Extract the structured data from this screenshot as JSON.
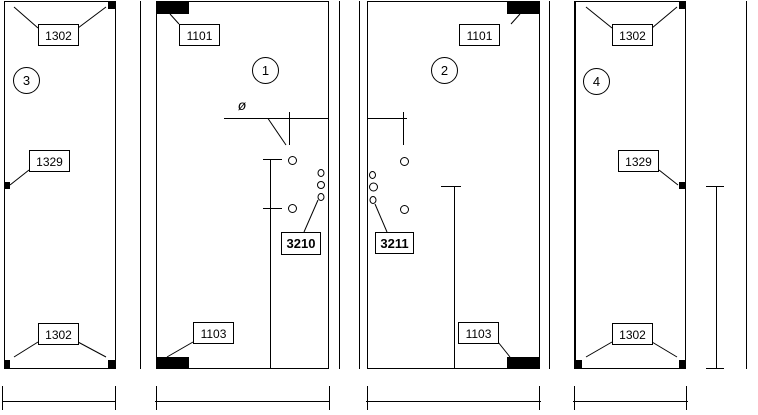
{
  "panels": {
    "panel_3": {
      "number": "3",
      "top_label": "1302",
      "middle_label": "1329",
      "bottom_label": "1302"
    },
    "panel_1": {
      "number": "1",
      "top_label": "1101",
      "bottom_label": "1103",
      "hardware_label": "3210",
      "symbol": "ø"
    },
    "panel_2": {
      "number": "2",
      "top_label": "1101",
      "bottom_label": "1103",
      "hardware_label": "3211"
    },
    "panel_4": {
      "number": "4",
      "top_label": "1302",
      "middle_label": "1329",
      "bottom_label": "1302"
    }
  },
  "colors": {
    "line": "#000000",
    "fill": "#000000",
    "background": "#ffffff"
  }
}
